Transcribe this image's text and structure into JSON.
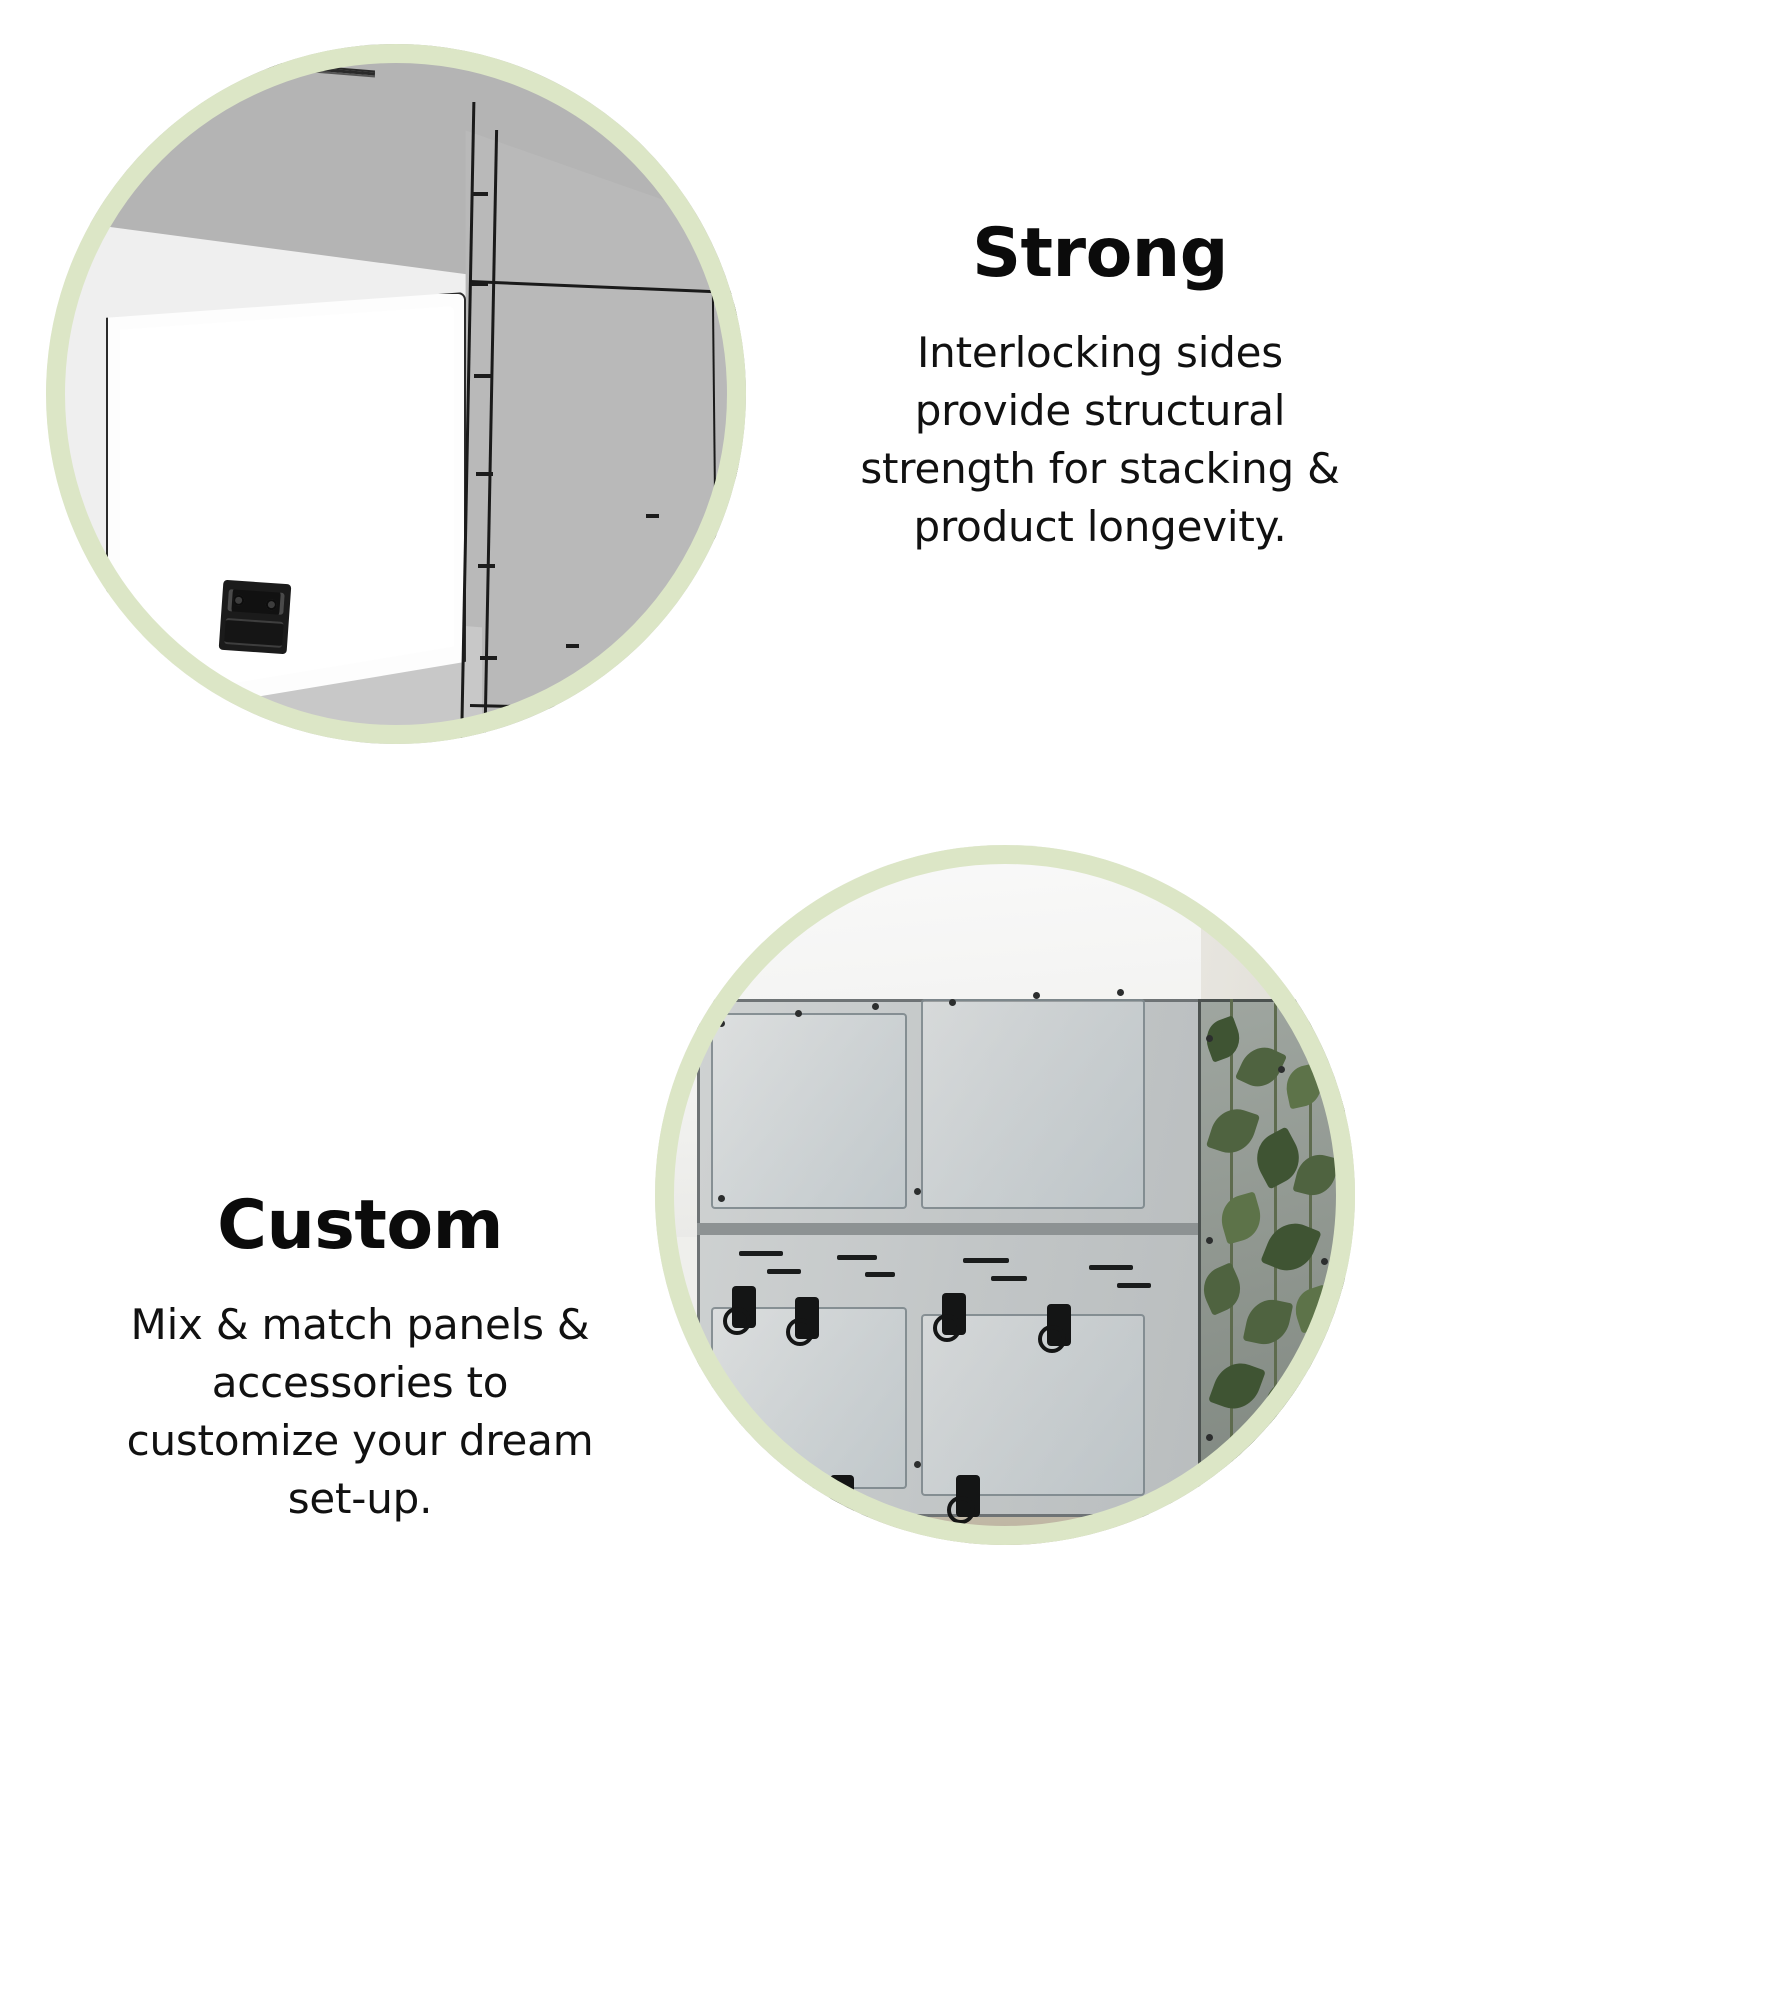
{
  "page": {
    "background_color": "#ffffff",
    "accent_ring_color": "#dce6c6",
    "heading_color": "#0b0b0b",
    "body_color": "#111111"
  },
  "features": [
    {
      "id": "strong",
      "title": "Strong",
      "body_lines": [
        "Interlocking sides",
        "provide structural",
        "strength for stacking &",
        "product longevity."
      ],
      "media": {
        "type": "cad-illustration",
        "alt": "Close-up CAD rendering of an enclosure corner showing interlocking side panels and a black hinge",
        "background_color": "#efefef",
        "ring_color": "#dce6c6",
        "position": "left"
      }
    },
    {
      "id": "custom",
      "title": "Custom",
      "body_lines": [
        "Mix & match panels &",
        "accessories to",
        "customize your dream",
        "set-up."
      ],
      "media": {
        "type": "photograph",
        "alt": "Photo of four stacked modular acrylic enclosures with black latches, ventilation slots and pothos vines",
        "background_color": "#efefec",
        "ring_color": "#dce6c6",
        "position": "right"
      }
    }
  ]
}
